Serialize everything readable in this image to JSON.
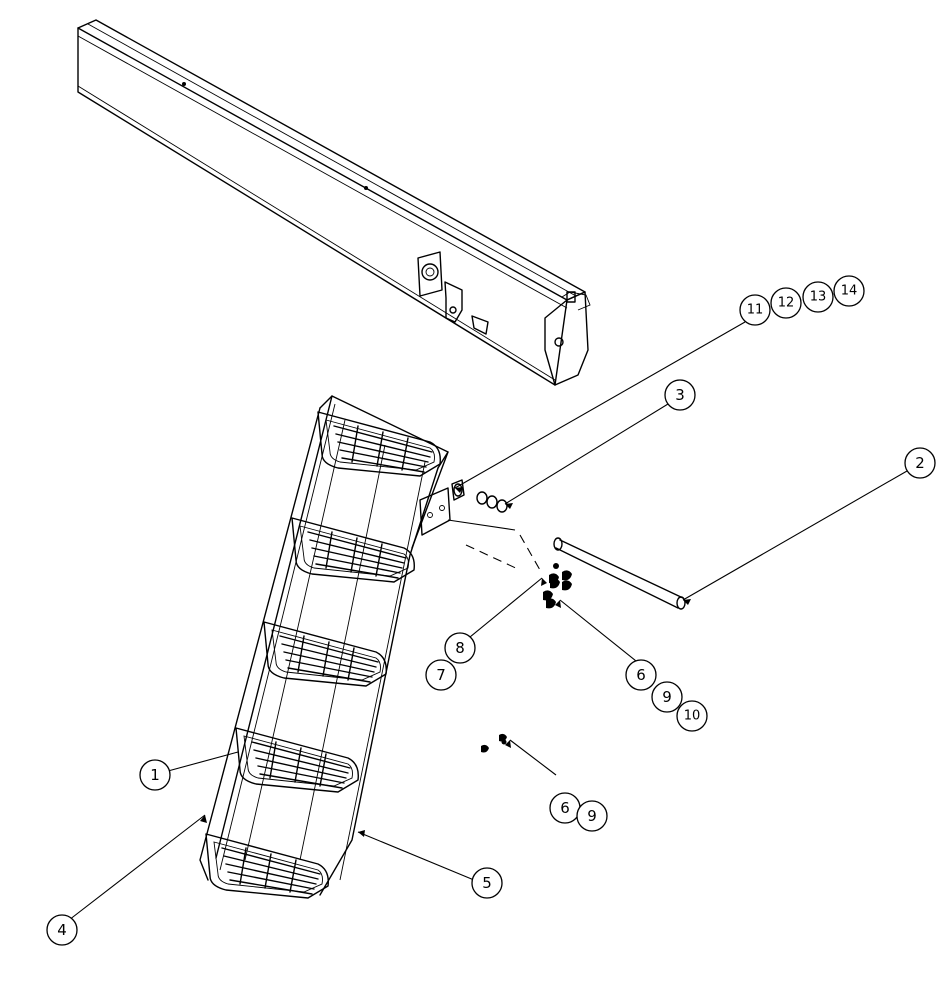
{
  "callouts": [
    {
      "id": "c1",
      "label": "1"
    },
    {
      "id": "c2",
      "label": "2"
    },
    {
      "id": "c3",
      "label": "3"
    },
    {
      "id": "c4",
      "label": "4"
    },
    {
      "id": "c5",
      "label": "5"
    },
    {
      "id": "c6a",
      "label": "6"
    },
    {
      "id": "c9a",
      "label": "9"
    },
    {
      "id": "c10",
      "label": "10"
    },
    {
      "id": "c7",
      "label": "7"
    },
    {
      "id": "c8",
      "label": "8"
    },
    {
      "id": "c6b",
      "label": "6"
    },
    {
      "id": "c9b",
      "label": "9"
    },
    {
      "id": "c11",
      "label": "11"
    },
    {
      "id": "c12",
      "label": "12"
    },
    {
      "id": "c13",
      "label": "13"
    },
    {
      "id": "c14",
      "label": "14"
    }
  ]
}
